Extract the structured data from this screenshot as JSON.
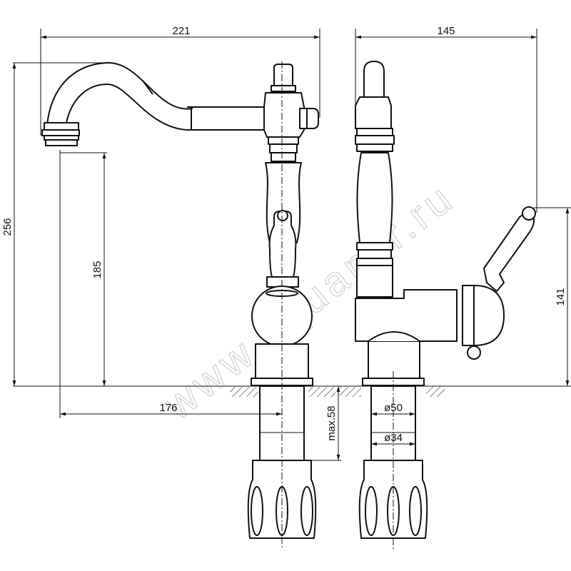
{
  "dimensions": {
    "width_front": "221",
    "width_side": "145",
    "height_total": "256",
    "height_spout": "185",
    "height_handle": "141",
    "reach": "176",
    "max_thickness": "max.58",
    "diameter_base": "ø50",
    "diameter_hole": "ø34"
  },
  "watermark": "www.aquamir.ru"
}
